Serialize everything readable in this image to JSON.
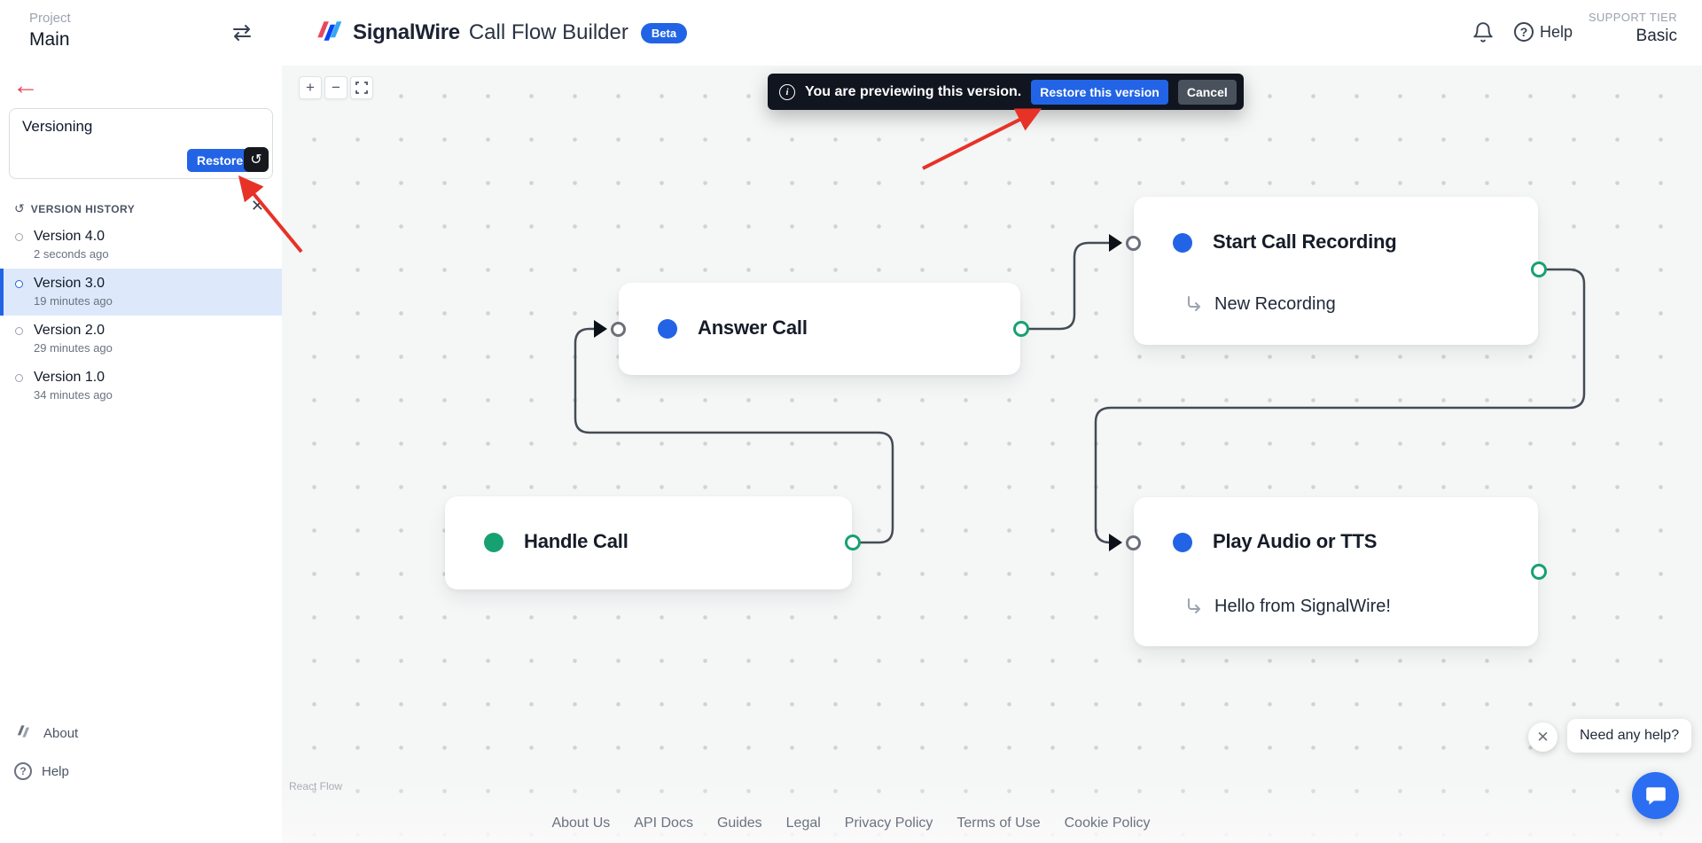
{
  "colors": {
    "accent_blue": "#2264e5",
    "node_green": "#18a170",
    "annotation_red": "#e73227",
    "back_arrow_red": "#e8485e",
    "toast_bg": "#10151f"
  },
  "header": {
    "project_label": "Project",
    "project_name": "Main",
    "brand": "SignalWire",
    "app_title": "Call Flow Builder",
    "beta_badge": "Beta",
    "help_label": "Help",
    "support_tier_label": "SUPPORT TIER",
    "support_tier_value": "Basic"
  },
  "sidebar": {
    "panel_title": "Versioning",
    "restore_button": "Restore",
    "history_header": "VERSION HISTORY",
    "versions": [
      {
        "name": "Version 4.0",
        "time": "2 seconds ago"
      },
      {
        "name": "Version 3.0",
        "time": "19 minutes ago"
      },
      {
        "name": "Version 2.0",
        "time": "29 minutes ago"
      },
      {
        "name": "Version 1.0",
        "time": "34 minutes ago"
      }
    ],
    "about_label": "About",
    "help_label": "Help"
  },
  "toast": {
    "message": "You are previewing this version.",
    "restore_button": "Restore this version",
    "cancel_button": "Cancel"
  },
  "canvas": {
    "controls": {
      "zoom_in": "+",
      "zoom_out": "−"
    },
    "attribution": "React Flow",
    "nodes": [
      {
        "title": "Answer Call"
      },
      {
        "title": "Start Call Recording",
        "subtitle": "New Recording"
      },
      {
        "title": "Handle Call"
      },
      {
        "title": "Play Audio or TTS",
        "subtitle": "Hello from SignalWire!"
      }
    ]
  },
  "footer": {
    "links": [
      "About Us",
      "API Docs",
      "Guides",
      "Legal",
      "Privacy Policy",
      "Terms of Use",
      "Cookie Policy"
    ]
  },
  "chat": {
    "prompt": "Need any help?"
  }
}
